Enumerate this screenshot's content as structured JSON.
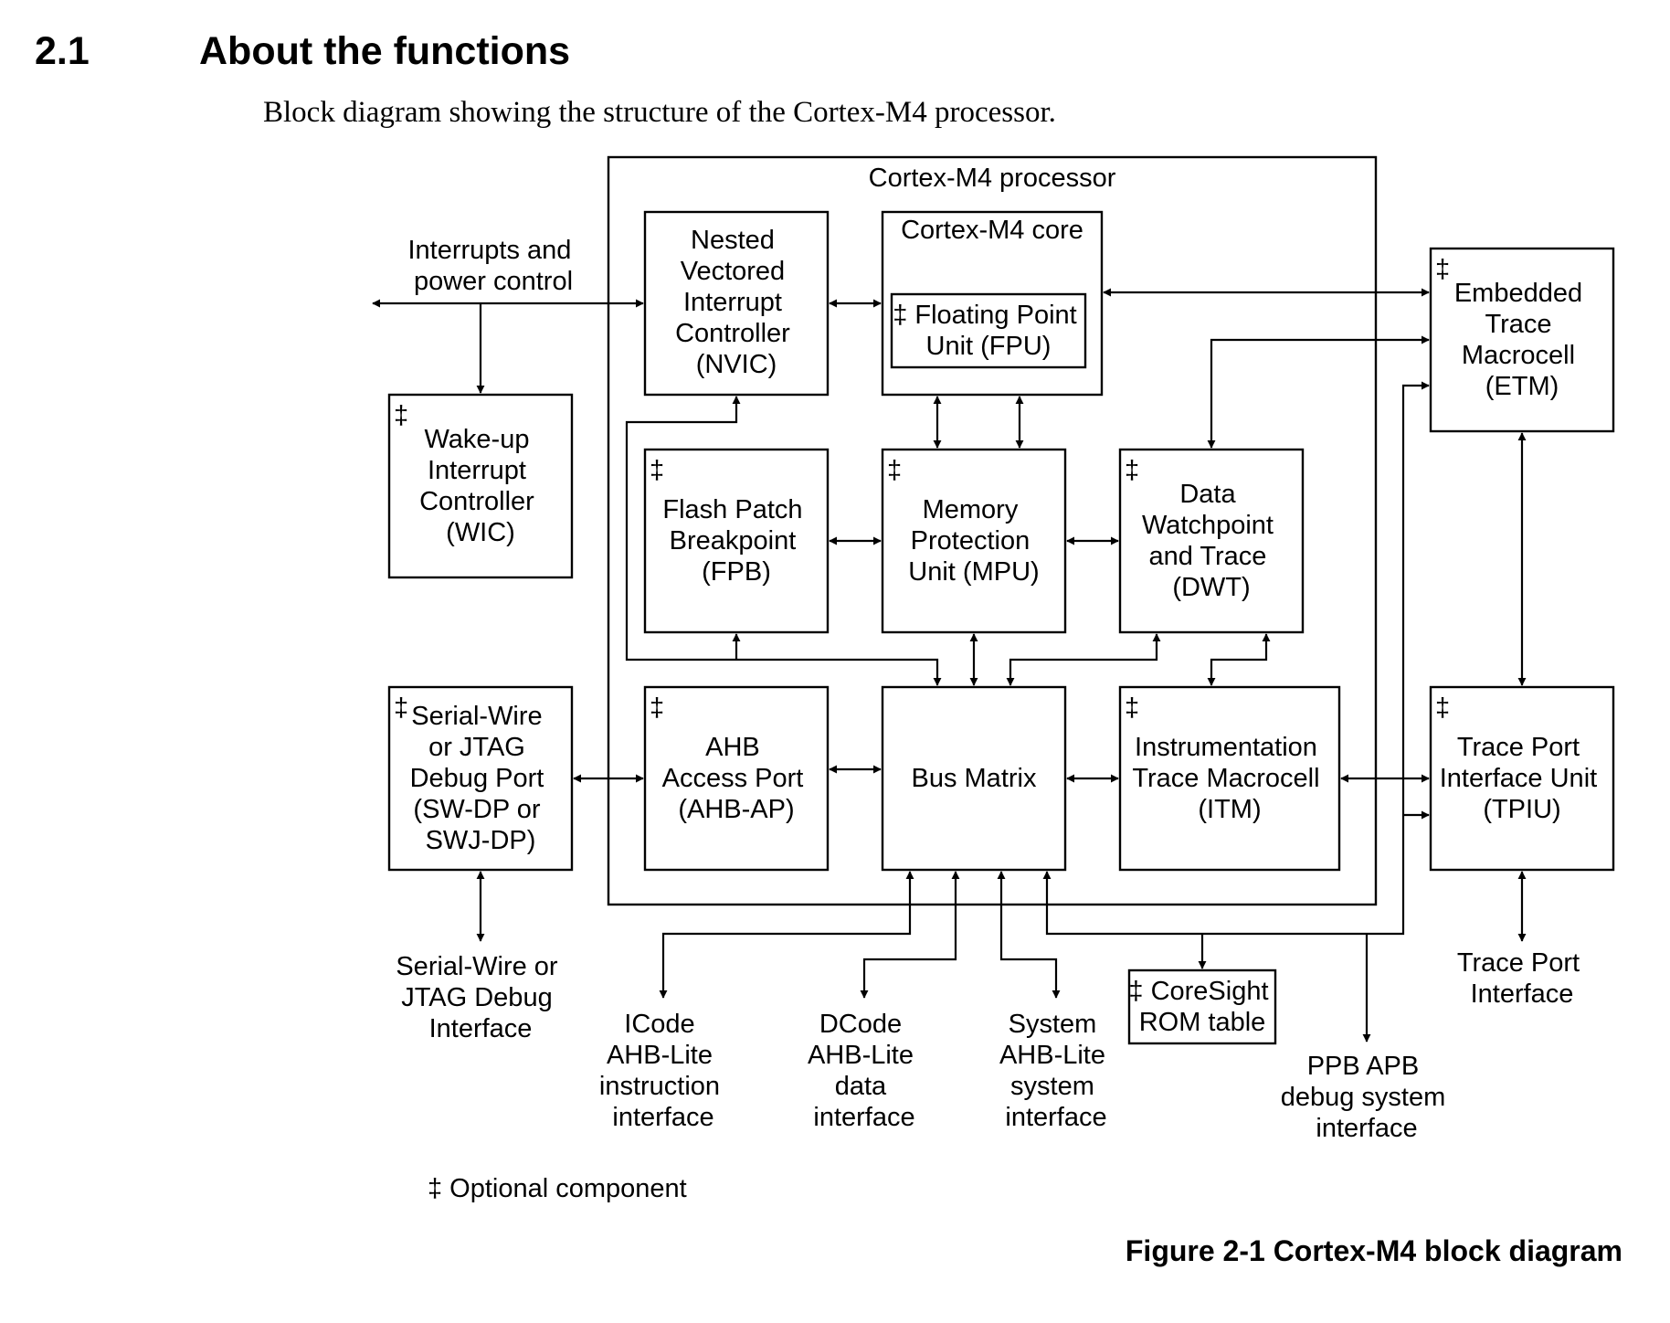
{
  "section": {
    "number": "2.1",
    "title": "About the functions",
    "intro": "Block diagram showing the structure of the Cortex-M4 processor."
  },
  "optional_marker": "‡",
  "diagram": {
    "processor_label": "Cortex-M4 processor",
    "core_label": "Cortex-M4 core",
    "blocks": {
      "nvic": {
        "lines": [
          "Nested",
          "Vectored",
          "Interrupt",
          "Controller",
          "(NVIC)"
        ],
        "optional": false
      },
      "fpu": {
        "lines": [
          "‡ Floating Point",
          "Unit (FPU)"
        ],
        "optional": true
      },
      "wic": {
        "lines": [
          "Wake-up",
          "Interrupt",
          "Controller",
          "(WIC)"
        ],
        "optional": true
      },
      "fpb": {
        "lines": [
          "Flash Patch",
          "Breakpoint",
          "(FPB)"
        ],
        "optional": true
      },
      "mpu": {
        "lines": [
          "Memory",
          "Protection",
          "Unit (MPU)"
        ],
        "optional": true
      },
      "dwt": {
        "lines": [
          "Data",
          "Watchpoint",
          "and Trace",
          "(DWT)"
        ],
        "optional": true
      },
      "etm": {
        "lines": [
          "Embedded",
          "Trace",
          "Macrocell",
          "(ETM)"
        ],
        "optional": true
      },
      "swdp": {
        "lines": [
          "Serial-Wire",
          "or JTAG",
          "Debug Port",
          "(SW-DP or",
          "SWJ-DP)"
        ],
        "optional": true
      },
      "ahbap": {
        "lines": [
          "AHB",
          "Access Port",
          "(AHB-AP)"
        ],
        "optional": true
      },
      "busmatrix": {
        "lines": [
          "Bus Matrix"
        ],
        "optional": false
      },
      "itm": {
        "lines": [
          "Instrumentation",
          "Trace Macrocell",
          "(ITM)"
        ],
        "optional": true
      },
      "tpiu": {
        "lines": [
          "Trace Port",
          "Interface Unit",
          "(TPIU)"
        ],
        "optional": true
      },
      "romtable": {
        "lines": [
          "‡ CoreSight",
          "ROM table"
        ],
        "optional": true
      }
    },
    "external_labels": {
      "interrupts": [
        "Interrupts and",
        "power control"
      ],
      "swj_interface": [
        "Serial-Wire or",
        "JTAG Debug",
        "Interface"
      ],
      "icode": [
        "ICode",
        "AHB-Lite",
        "instruction",
        "interface"
      ],
      "dcode": [
        "DCode",
        "AHB-Lite",
        "data",
        "interface"
      ],
      "system": [
        "System",
        "AHB-Lite",
        "system",
        "interface"
      ],
      "ppb": [
        "PPB APB",
        "debug system",
        "interface"
      ],
      "trace_port": [
        "Trace Port",
        "Interface"
      ]
    },
    "legend": "‡ Optional component",
    "caption": "Figure 2-1  Cortex-M4 block diagram"
  }
}
